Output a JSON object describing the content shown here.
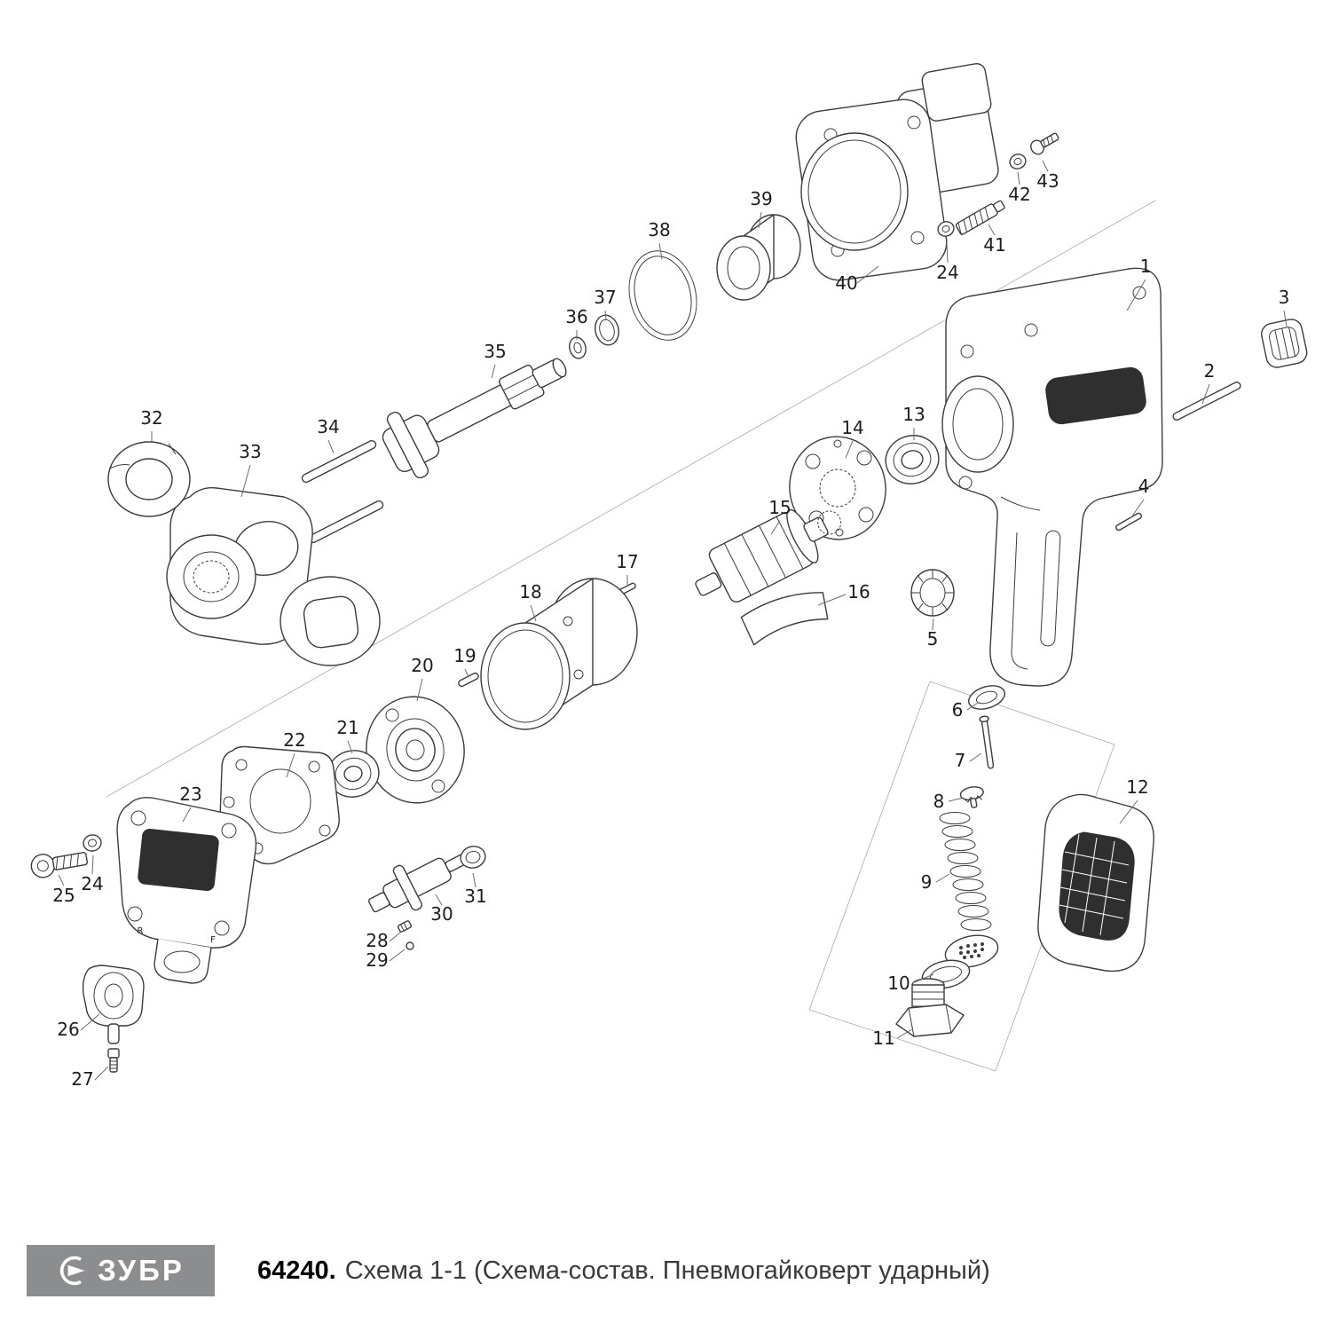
{
  "diagram": {
    "labels": [
      "1",
      "2",
      "3",
      "4",
      "5",
      "6",
      "7",
      "8",
      "9",
      "10",
      "11",
      "12",
      "13",
      "14",
      "15",
      "16",
      "17",
      "18",
      "19",
      "20",
      "21",
      "22",
      "23",
      "24",
      "25",
      "26",
      "27",
      "28",
      "29",
      "30",
      "31",
      "32",
      "33",
      "34",
      "35",
      "36",
      "37",
      "38",
      "39",
      "40",
      "41",
      "42",
      "43",
      "24"
    ],
    "cover_marks": {
      "reverse": "R",
      "forward": "F"
    }
  },
  "footer": {
    "brand": "ЗУБР",
    "brand_bg": "#8b8d8f",
    "code": "64240.",
    "title": "Схема 1-1 (Схема-состав. Пневмогайковерт ударный)"
  }
}
